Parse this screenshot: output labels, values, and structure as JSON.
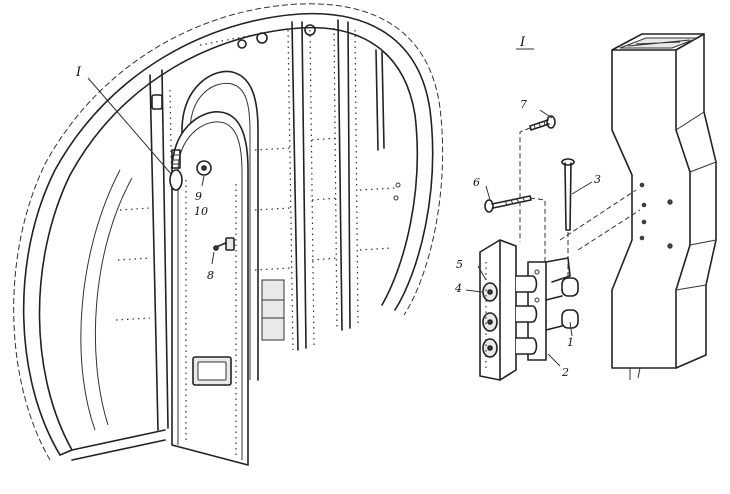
{
  "callouts": {
    "detail_ref": "I",
    "detail_title": "I",
    "n1": "1",
    "n2": "2",
    "n3": "3",
    "n4": "4",
    "n5": "5",
    "n6": "6",
    "n7": "7",
    "n8": "8",
    "n9": "9",
    "n10": "10"
  }
}
